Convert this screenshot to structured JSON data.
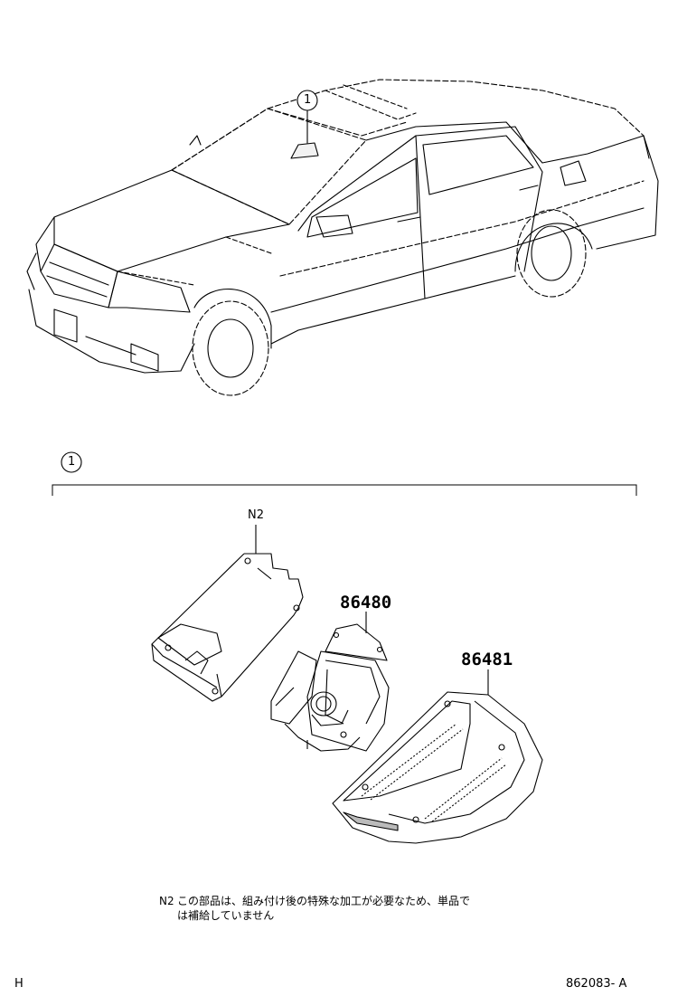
{
  "callout": {
    "top_number": "1",
    "section_number": "1"
  },
  "parts": [
    {
      "id": "bracket",
      "label": "N2"
    },
    {
      "id": "camera",
      "label": "86480"
    },
    {
      "id": "cover",
      "label": "86481"
    }
  ],
  "note": {
    "marker": "N2",
    "line1": "この部品は、組み付け後の特殊な加工が必要なため、単品で",
    "line2": "は補給していません"
  },
  "footer": {
    "left": "H",
    "right": "862083- A"
  }
}
